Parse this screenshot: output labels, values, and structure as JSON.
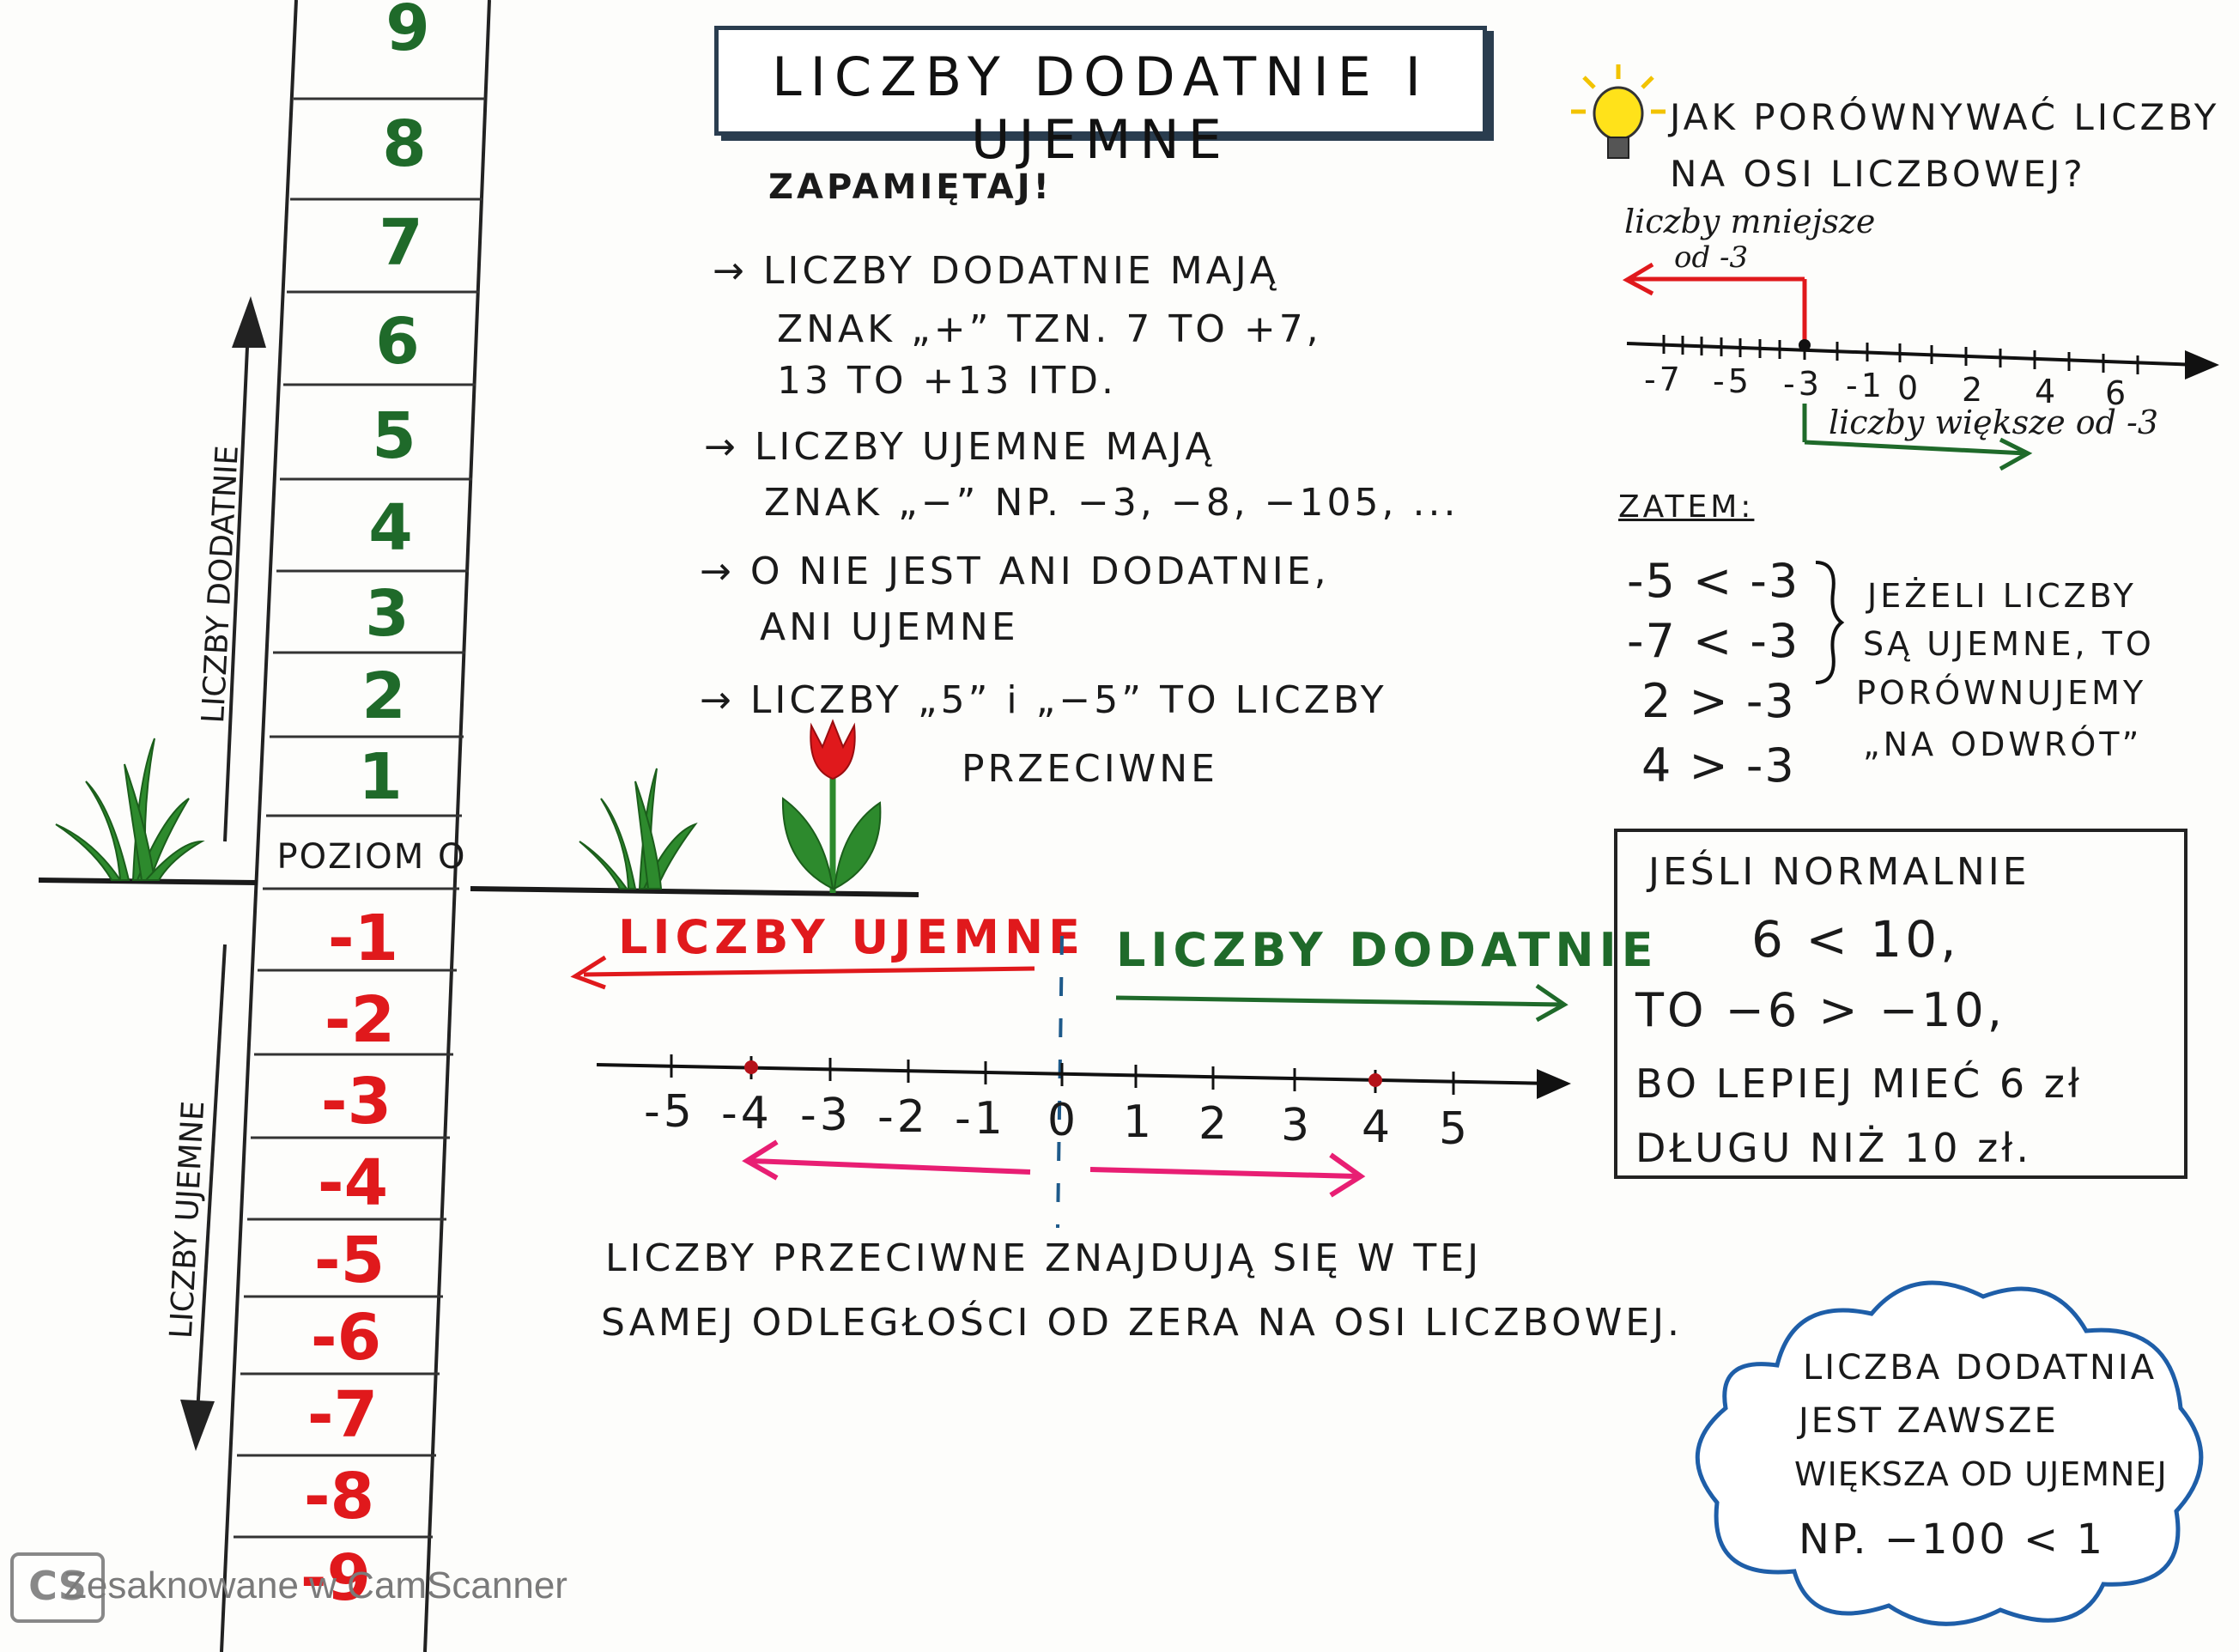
{
  "title": "LICZBY DODATNIE I UJEMNE",
  "ladder": {
    "positive": [
      "9",
      "8",
      "7",
      "6",
      "5",
      "4",
      "3",
      "2",
      "1"
    ],
    "zero_label": "POZIOM O",
    "negative": [
      "-1",
      "-2",
      "-3",
      "-4",
      "-5",
      "-6",
      "-7",
      "-8",
      "-9"
    ],
    "label_positive": "LICZBY DODATNIE",
    "label_negative": "LICZBY UJEMNE"
  },
  "remember": {
    "heading": "ZAPAMIĘTAJ!",
    "lines": [
      "→ LICZBY DODATNIE MAJĄ",
      "ZNAK „+” TZN. 7 TO +7,",
      "13 TO +13 ITD.",
      "→ LICZBY UJEMNE MAJĄ",
      "ZNAK „−” NP. −3, −8, −105, ...",
      "→ O NIE JEST ANI DODATNIE,",
      "ANI UJEMNE",
      "→ LICZBY „5” i „−5” TO LICZBY",
      "PRZECIWNE"
    ]
  },
  "number_line": {
    "left_label": "LICZBY UJEMNE",
    "right_label": "LICZBY DODATNIE",
    "ticks": [
      "-5",
      "-4",
      "-3",
      "-2",
      "-1",
      "0",
      "1",
      "2",
      "3",
      "4",
      "5"
    ],
    "caption_line1": "LICZBY PRZECIWNE ZNAJDUJĄ SIĘ W TEJ",
    "caption_line2": "SAMEJ ODLEGŁOŚCI OD ZERA NA OSI LICZBOWEJ."
  },
  "compare": {
    "question_line1": "JAK PORÓWNYWAĆ LICZBY",
    "question_line2": "NA OSI LICZBOWEJ?",
    "smaller_label_1": "liczby mniejsze",
    "smaller_label_2": "od -3",
    "bigger_label": "liczby większe od -3",
    "ticks": [
      "-7",
      "-5",
      "-3",
      "-1",
      "0",
      "2",
      "4",
      "6"
    ],
    "therefore": "ZATEM:",
    "examples": [
      "-5 < -3",
      "-7 < -3",
      "2 > -3",
      "4 > -3"
    ],
    "rule_lines": [
      "JEŻELI LICZBY",
      "SĄ UJEMNE, TO",
      "PORÓWNUJEMY",
      "„NA ODWRÓT”"
    ]
  },
  "box": {
    "lines": [
      "JEŚLI NORMALNIE",
      "6 < 10,",
      "TO −6 > −10,",
      "BO LEPIEJ MIEĆ 6 zł",
      "DŁUGU NIŻ 10 zł."
    ]
  },
  "cloud": {
    "lines": [
      "LICZBA DODATNIA",
      "JEST ZAWSZE",
      "WIĘKSZA OD UJEMNEJ",
      "NP. −100 < 1"
    ]
  },
  "watermark": "Zesaknowane w CamScanner",
  "colors": {
    "red": "#e0191c",
    "green": "#1f6a2a",
    "pink": "#e81e73",
    "ink": "#1a1a1a"
  }
}
